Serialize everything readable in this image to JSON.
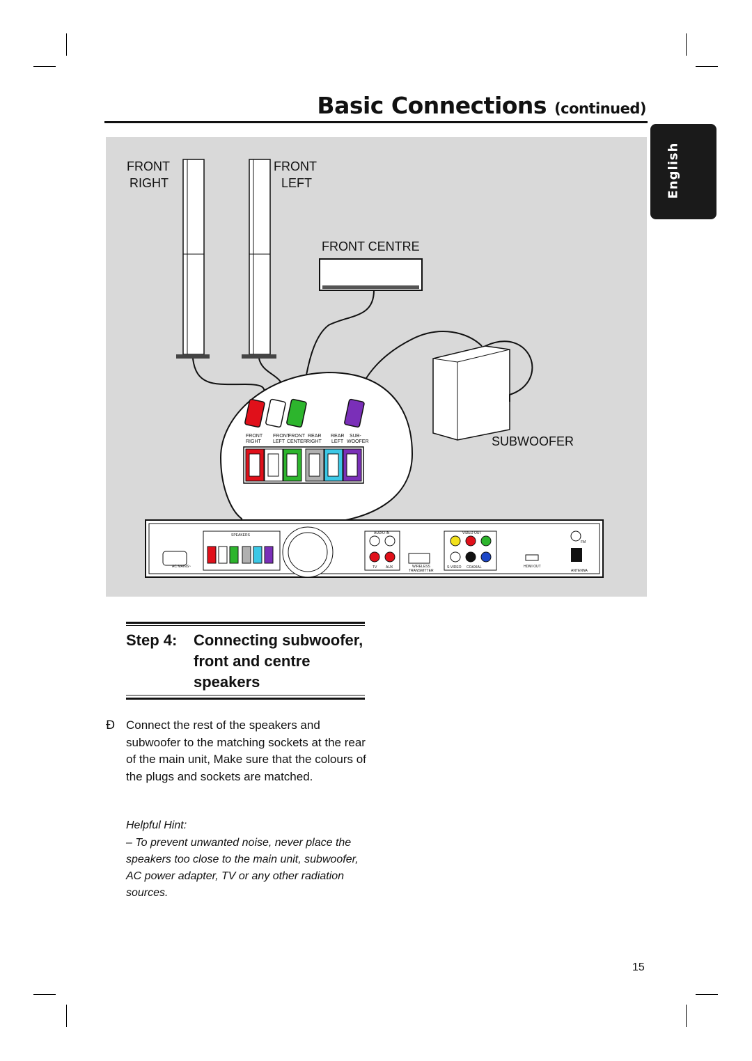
{
  "header": {
    "title": "Basic Connections",
    "title_suffix": "(continued)"
  },
  "side_tab": {
    "language": "English"
  },
  "diagram": {
    "labels": {
      "front_right_1": "FRONT",
      "front_right_2": "RIGHT",
      "front_left_1": "FRONT",
      "front_left_2": "LEFT",
      "front_centre": "FRONT CENTRE",
      "subwoofer": "SUBWOOFER"
    },
    "socket_labels": {
      "front_right": [
        "FRONT",
        "RIGHT"
      ],
      "front_left": [
        "FRONT",
        "LEFT"
      ],
      "front_center": [
        "FRONT",
        "CENTER"
      ],
      "rear_right": [
        "REAR",
        "RIGHT"
      ],
      "rear_left": [
        "REAR",
        "LEFT"
      ],
      "sub_woofer": [
        "SUB-",
        "WOOFER"
      ]
    },
    "panel_labels": {
      "speakers": "SPEAKERS",
      "audio_in": "AUDIO IN",
      "video_out": "VIDEO OUT",
      "tv": "TV",
      "aux": "AUX",
      "wireless": "WIRELESS",
      "transmitter": "TRANSMITTER",
      "s_video": "S-VIDEO",
      "coaxial": "COAXIAL",
      "hdmi_out": "HDMI OUT",
      "antenna": "ANTENNA",
      "fm": "FM",
      "ac_mains": "AC MAINS~"
    },
    "colors": {
      "front_right": "#e0101a",
      "front_left": "#ffffff",
      "front_center": "#2db52d",
      "rear_right": "#b0b0b0",
      "rear_left": "#3cc8e6",
      "subwoofer": "#7a2fb8"
    }
  },
  "step": {
    "number_label": "Step 4:",
    "heading_line1": "Connecting subwoofer,",
    "heading_line2": "front and centre",
    "heading_line3": "speakers"
  },
  "instruction": {
    "bullet": "Ð",
    "text": "Connect the rest of the speakers and subwoofer to the matching sockets at the rear of the main unit, Make sure that the colours of the plugs and sockets are matched."
  },
  "hint": {
    "title": "Helpful Hint:",
    "text": "– To prevent unwanted noise, never place the speakers too close to the main unit, subwoofer, AC power adapter, TV or any other radiation sources."
  },
  "page_number": "15"
}
